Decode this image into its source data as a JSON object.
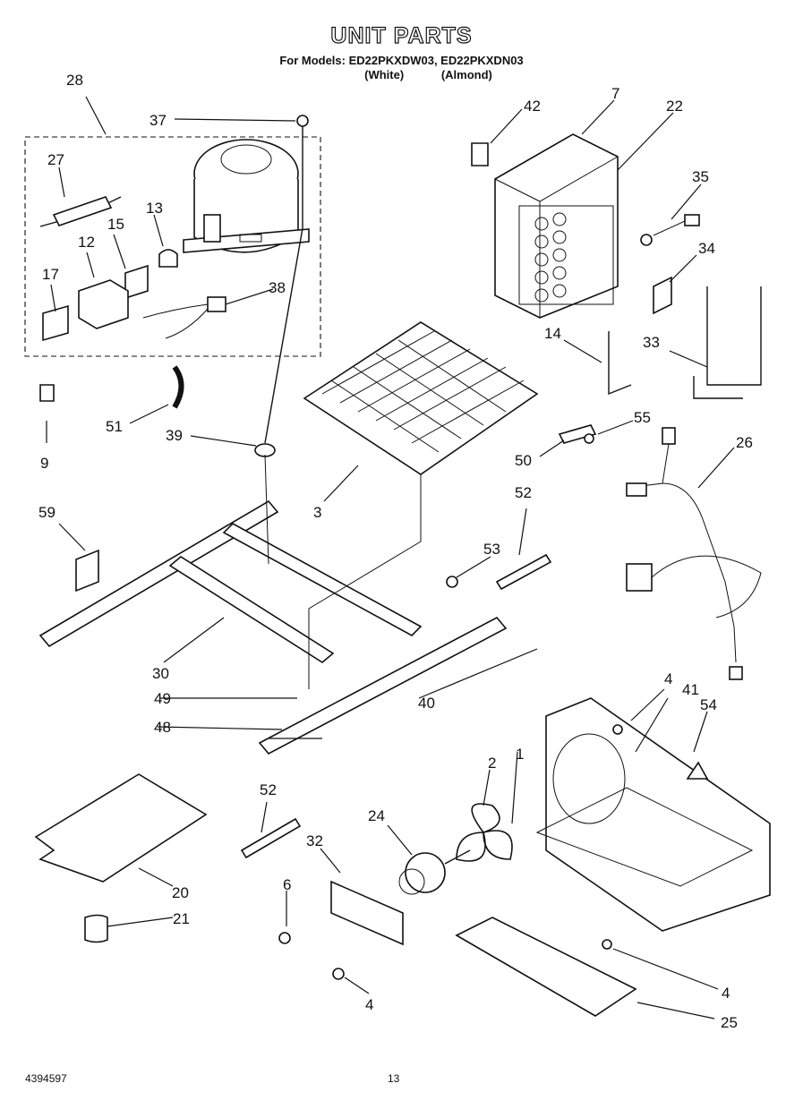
{
  "header": {
    "title": "UNIT PARTS",
    "models_line": "For Models: ED22PKXDW03, ED22PKXDN03",
    "color_white": "(White)",
    "color_almond": "(Almond)"
  },
  "callouts": {
    "c28": "28",
    "c37": "37",
    "c27": "27",
    "c13": "13",
    "c15": "15",
    "c12": "12",
    "c17": "17",
    "c38": "38",
    "c42": "42",
    "c7": "7",
    "c22": "22",
    "c35": "35",
    "c34": "34",
    "c14": "14",
    "c33": "33",
    "c51": "51",
    "c39": "39",
    "c9": "9",
    "c3": "3",
    "c55": "55",
    "c50": "50",
    "c26": "26",
    "c52a": "52",
    "c59": "59",
    "c53": "53",
    "c30": "30",
    "c49": "49",
    "c40": "40",
    "c48": "48",
    "c4a": "4",
    "c41": "41",
    "c54": "54",
    "c1": "1",
    "c2": "2",
    "c52b": "52",
    "c32": "32",
    "c24": "24",
    "c20": "20",
    "c6": "6",
    "c21": "21",
    "c4b": "4",
    "c4c": "4",
    "c25": "25"
  },
  "footer": {
    "part_number": "4394597",
    "page_number": "13"
  }
}
